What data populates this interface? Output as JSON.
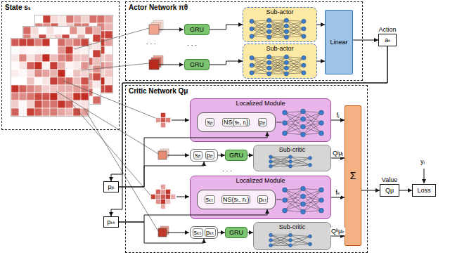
{
  "diagram": {
    "nodes": [
      {
        "text": [
          "State sₜ"
        ]
      },
      {
        "text": [
          "Actor Network πθ"
        ]
      },
      {
        "text": [
          "GRU"
        ],
        "in": 1
      },
      {
        "text": [
          "Sub-actor"
        ],
        "in": 1
      },
      {
        "text": [
          "GRU"
        ],
        "in": 1
      },
      {
        "text": [
          "Sub-actor"
        ],
        "in": 1
      },
      {
        "text": [
          "Linear"
        ],
        "in": 1
      },
      {
        "text": [
          "Action",
          "aₜ"
        ]
      },
      {
        "text": [
          "Critic Network Qμ"
        ]
      },
      {
        "text": [
          "pⱼₜ"
        ]
      },
      {
        "text": [
          "pₖₜ"
        ]
      },
      {
        "text": [
          "Localized Module"
        ],
        "in": 8
      },
      {
        "text": [
          "sⱼₜ",
          "NS(sₜ, rⱼ)",
          "pⱼₜ"
        ],
        "in": 11
      },
      {
        "text": [
          "sⱼₜ",
          "pⱼₜ"
        ],
        "in": 8
      },
      {
        "text": [
          "GRU"
        ],
        "in": 8
      },
      {
        "text": [
          "Sub-critic"
        ],
        "in": 8
      },
      {
        "text": [
          "Localized Module"
        ],
        "in": 8
      },
      {
        "text": [
          "sₖₜ",
          "NS(sₜ, rₖ)",
          "pₖₜ"
        ],
        "in": 16
      },
      {
        "text": [
          "sₖₜ",
          "pₖₜ"
        ],
        "in": 8
      },
      {
        "text": [
          "GRU"
        ],
        "in": 8
      },
      {
        "text": [
          "Sub-critic"
        ],
        "in": 8
      },
      {
        "text": [
          "Σ"
        ],
        "in": 8
      },
      {
        "text": [
          "Value",
          "Qμ"
        ]
      },
      {
        "text": [
          "Loss"
        ]
      }
    ],
    "edges": [
      {
        "from": 2,
        "to": 3,
        "arrow": "to"
      },
      {
        "from": 4,
        "to": 5,
        "arrow": "to"
      },
      {
        "from": 3,
        "to": 6,
        "arrow": "to"
      },
      {
        "from": 5,
        "to": 6,
        "arrow": "to"
      },
      {
        "from": 6,
        "to": 7,
        "arrow": "to"
      },
      {
        "from": 7,
        "to": 9,
        "arrow": "to"
      },
      {
        "from": 7,
        "to": 10,
        "arrow": "to"
      },
      {
        "from": 9,
        "to": 12,
        "arrow": "to"
      },
      {
        "from": 9,
        "to": 13,
        "arrow": "to"
      },
      {
        "from": 10,
        "to": 17,
        "arrow": "to"
      },
      {
        "from": 10,
        "to": 18,
        "arrow": "to"
      },
      {
        "from": 11,
        "to": 21,
        "label": "fⱼ",
        "arrow": "to"
      },
      {
        "from": 13,
        "to": 14,
        "arrow": "to"
      },
      {
        "from": 14,
        "to": 15,
        "arrow": "to"
      },
      {
        "from": 15,
        "to": 21,
        "label": "Qʲμⱼ",
        "arrow": "to"
      },
      {
        "from": 16,
        "to": 21,
        "label": "fₖ",
        "arrow": "to"
      },
      {
        "from": 18,
        "to": 19,
        "arrow": "to"
      },
      {
        "from": 19,
        "to": 20,
        "arrow": "to"
      },
      {
        "from": 20,
        "to": 21,
        "label": "Qᵏμₖ",
        "arrow": "to"
      },
      {
        "from": 21,
        "to": 22,
        "arrow": "to"
      },
      {
        "from": 22,
        "to": 23,
        "arrow": "to"
      }
    ],
    "labels": [
      "· · ·",
      "· · ·",
      "· · ·",
      "yᵢ"
    ]
  }
}
